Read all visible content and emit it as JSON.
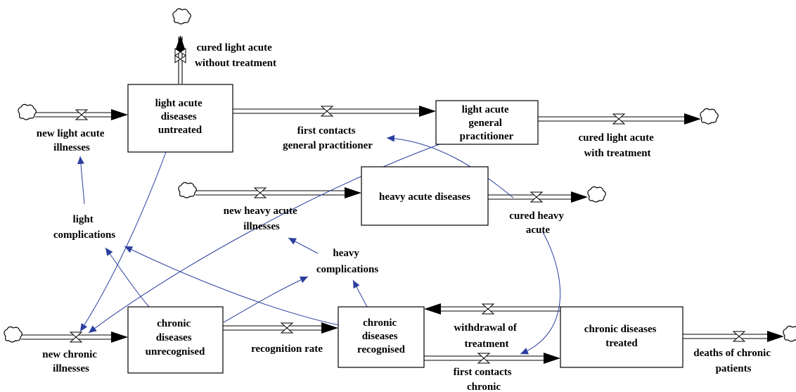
{
  "stocks": {
    "light_acute_untreated": [
      "light acute",
      "diseases",
      "untreated"
    ],
    "light_acute_gp": [
      "light acute",
      "general",
      "practitioner"
    ],
    "heavy_acute": [
      "heavy acute diseases"
    ],
    "chronic_unrecognised": [
      "chronic",
      "diseases",
      "unrecognised"
    ],
    "chronic_recognised": [
      "chronic",
      "diseases",
      "recognised"
    ],
    "chronic_treated": [
      "chronic diseases",
      "treated"
    ]
  },
  "flows": {
    "cured_light_without_treatment": [
      "cured light acute",
      "without treatment"
    ],
    "new_light_acute": [
      "new light acute",
      "illnesses"
    ],
    "first_contacts_gp": [
      "first contacts",
      "general practitioner"
    ],
    "cured_light_with_treatment": [
      "cured light acute",
      "with treatment"
    ],
    "new_heavy_acute": [
      "new heavy acute",
      "illnesses"
    ],
    "cured_heavy_acute": [
      "cured heavy",
      "acute"
    ],
    "new_chronic": [
      "new chronic",
      "illnesses"
    ],
    "recognition_rate": [
      "recognition rate"
    ],
    "withdrawal": [
      "withdrawal of",
      "treatment"
    ],
    "first_contacts_chronic": [
      "first contacts",
      "chronic"
    ],
    "deaths_chronic": [
      "deaths of chronic",
      "patients"
    ]
  },
  "auxiliaries": {
    "light_complications": [
      "light",
      "complications"
    ],
    "heavy_complications": [
      "heavy",
      "complications"
    ]
  },
  "colors": {
    "link": "#2b3f9e",
    "stroke": "#000000",
    "background": "#ffffff"
  }
}
